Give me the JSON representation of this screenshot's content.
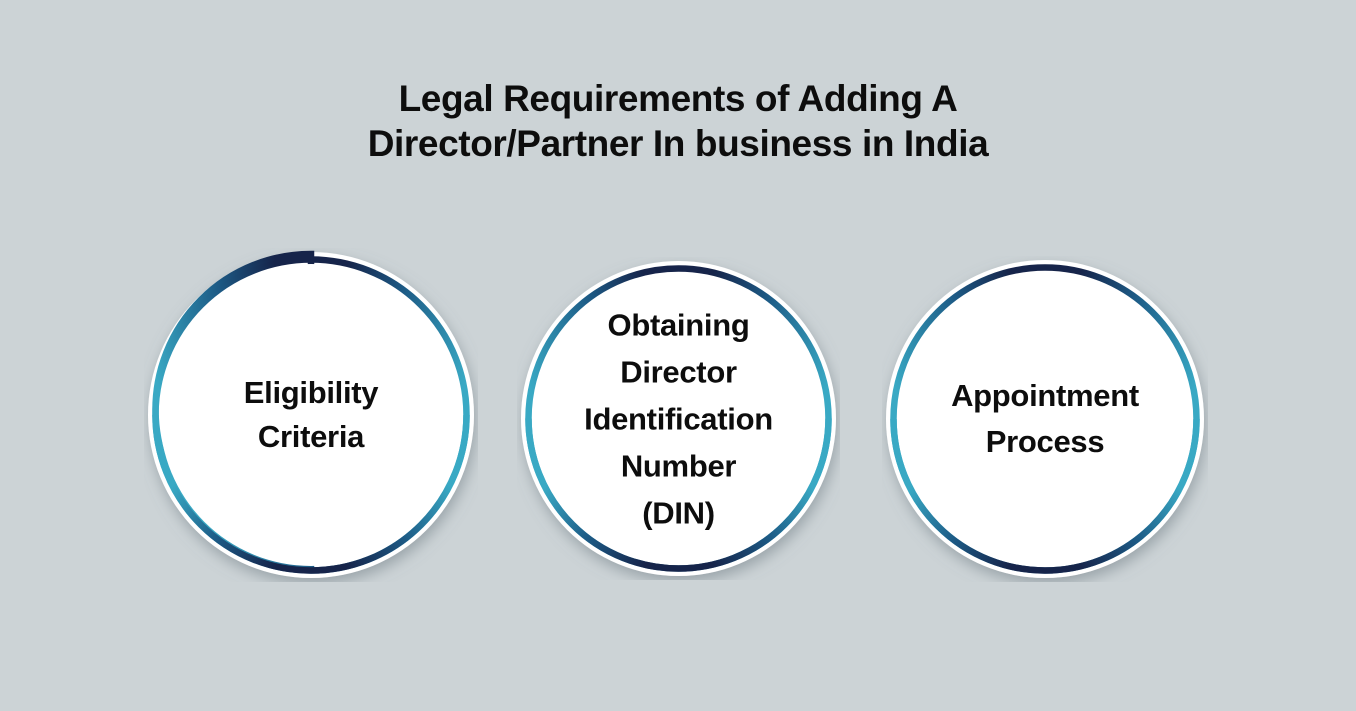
{
  "page": {
    "background_color": "#ccd3d6",
    "text_color": "#0d0d0d"
  },
  "header": {
    "title_line_1": "Legal Requirements of Adding A",
    "title_line_2": "Director/Partner In business in India",
    "title_full": "Legal Requirements of Adding A Director/Partner In business in India"
  },
  "theme": {
    "ring_navy": "#1a2a4f",
    "ring_cyan": "#34a7c2",
    "ring_mid_blue": "#1d5b86",
    "disc_fill": "#ffffff",
    "outer_ring": "#ffffff",
    "shadow": "rgba(120,132,140,0.55)"
  },
  "diagram": {
    "type": "three-circle-list",
    "nodes": [
      {
        "id": "eligibility-criteria",
        "order": 1,
        "lines": [
          "Eligibility",
          "Criteria"
        ],
        "text": "Eligibility Criteria"
      },
      {
        "id": "obtaining-din",
        "order": 2,
        "lines": [
          "Obtaining",
          "Director",
          "Identification",
          "Number",
          "(DIN)"
        ],
        "text": "Obtaining Director Identification Number (DIN)"
      },
      {
        "id": "appointment-process",
        "order": 3,
        "lines": [
          "Appointment",
          "Process"
        ],
        "text": "Appointment Process"
      }
    ]
  }
}
